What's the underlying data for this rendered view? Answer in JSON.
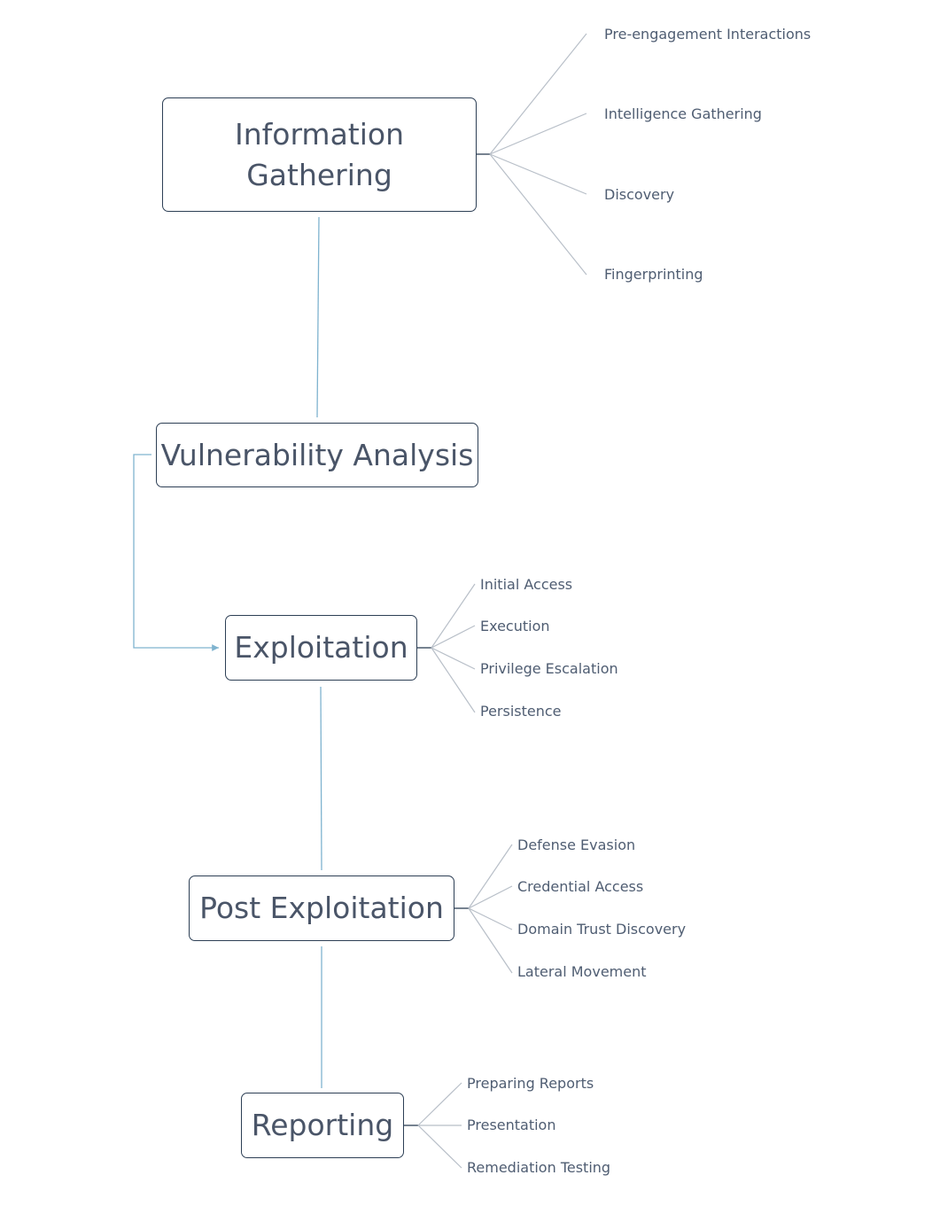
{
  "colors": {
    "node_border": "#2d3f55",
    "node_text": "#4a5568",
    "leaf_text": "#4f5d72",
    "trunk_line": "#7fb3cf",
    "branch_line": "#b8bfc8"
  },
  "nodes": {
    "information_gathering": {
      "label_line1": "Information",
      "label_line2": "Gathering"
    },
    "vulnerability_analysis": {
      "label": "Vulnerability Analysis"
    },
    "exploitation": {
      "label": "Exploitation"
    },
    "post_exploitation": {
      "label": "Post Exploitation"
    },
    "reporting": {
      "label": "Reporting"
    }
  },
  "branches": {
    "information_gathering": [
      "Pre-engagement Interactions",
      "Intelligence Gathering",
      "Discovery",
      "Fingerprinting"
    ],
    "exploitation": [
      "Initial Access",
      "Execution",
      "Privilege Escalation",
      "Persistence"
    ],
    "post_exploitation": [
      "Defense Evasion",
      "Credential Access",
      "Domain Trust Discovery",
      "Lateral Movement"
    ],
    "reporting": [
      "Preparing Reports",
      "Presentation",
      "Remediation Testing"
    ]
  }
}
